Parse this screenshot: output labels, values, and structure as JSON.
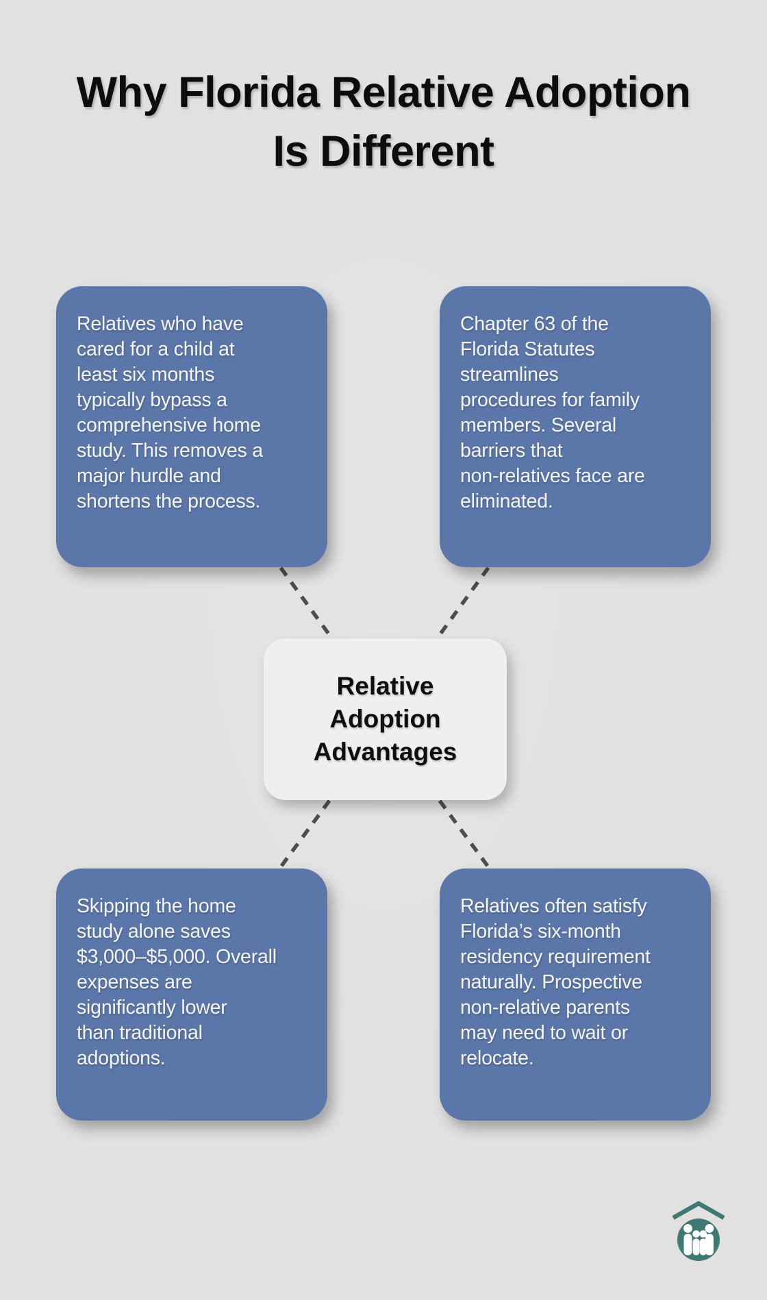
{
  "title": "Why Florida Relative Adoption\nIs Different",
  "center_node": {
    "label": "Relative\nAdoption\nAdvantages"
  },
  "cards": {
    "top_left": {
      "text": "Relatives who have\ncared for a child at\nleast six months\ntypically bypass a\ncomprehensive home\nstudy. This removes a\nmajor hurdle and\nshortens the process."
    },
    "top_right": {
      "text": "Chapter 63 of the\nFlorida Statutes\nstreamlines\nprocedures for family\nmembers. Several\nbarriers that\nnon-relatives face are\neliminated."
    },
    "bottom_left": {
      "text": "Skipping the home\nstudy alone saves\n$3,000–$5,000. Overall\nexpenses are\nsignificantly lower\nthan traditional\nadoptions."
    },
    "bottom_right": {
      "text": "Relatives often satisfy\nFlorida’s six-month\nresidency requirement\nnaturally. Prospective\nnon-relative parents\nmay need to wait or\nrelocate."
    }
  },
  "logo": {
    "name": "family-home-logo"
  },
  "colors": {
    "background": "#e0e1e0",
    "card_blue": "#5b77a9",
    "card_text": "#f4f6fa",
    "center_bg": "#efeff1",
    "title_text": "#0d0d0d",
    "connector": "#4d4d4d",
    "logo_teal": "#3e7a73"
  }
}
